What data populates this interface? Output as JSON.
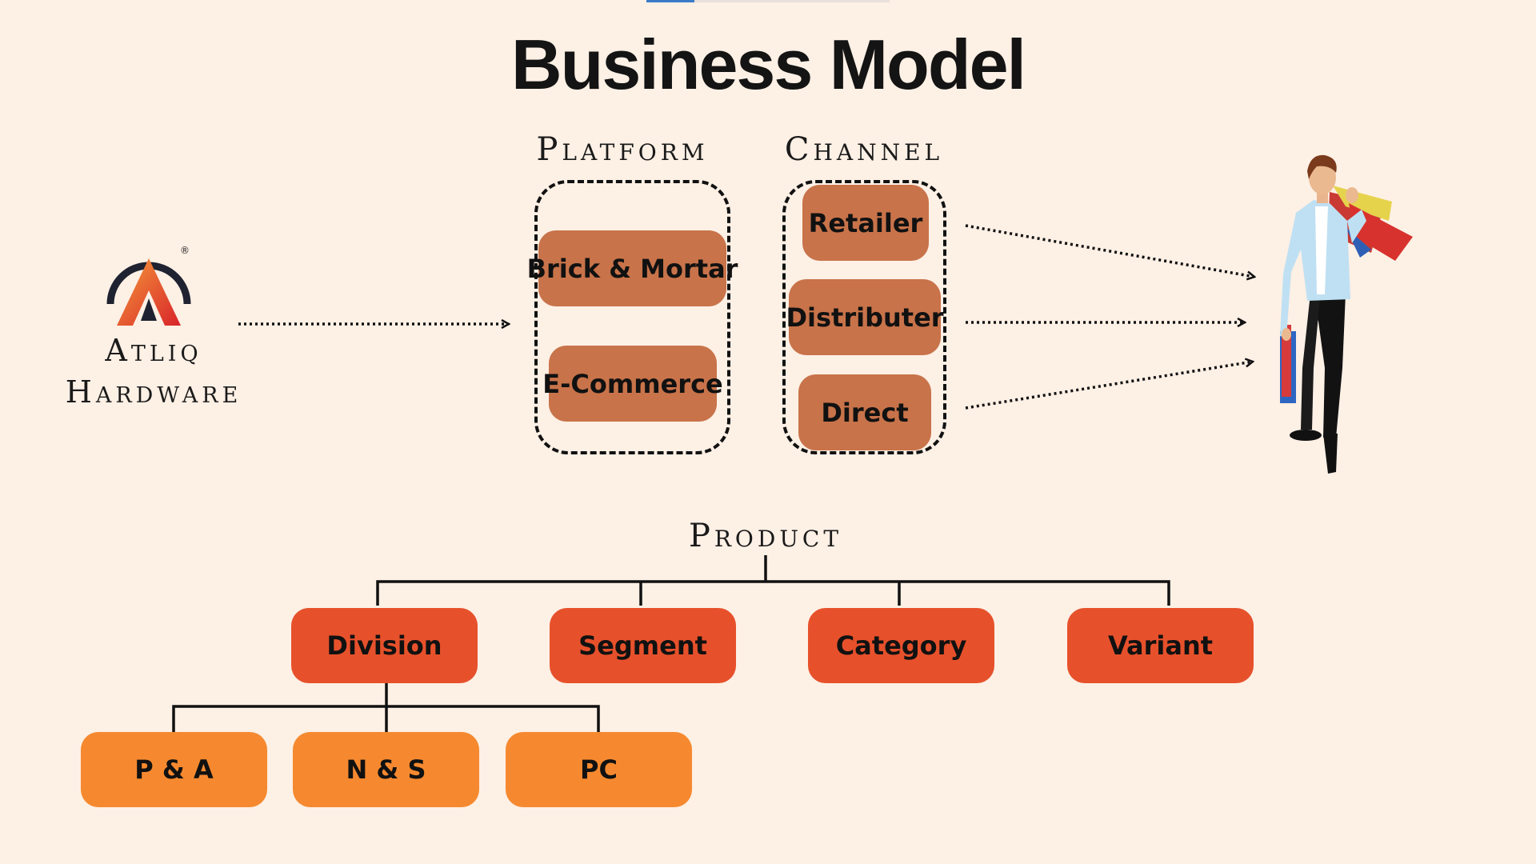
{
  "title": "Business Model",
  "company": {
    "line1": "Atliq",
    "line2": "Hardware",
    "registered_mark": "®"
  },
  "platform": {
    "heading": "Platform",
    "items": [
      "Brick & Mortar",
      "E-Commerce"
    ]
  },
  "channel": {
    "heading": "Channel",
    "items": [
      "Retailer",
      "Distributer",
      "Direct"
    ]
  },
  "product": {
    "heading": "Product",
    "attributes": [
      "Division",
      "Segment",
      "Category",
      "Variant"
    ],
    "divisions": [
      "P & A",
      "N & S",
      "PC"
    ]
  },
  "colors": {
    "background": "#fdf0e5",
    "platform_channel_box": "#c8734a",
    "product_attribute_box": "#e6512b",
    "division_box": "#f6892f"
  },
  "icons": [
    "atliq-logo-icon",
    "shopper-icon"
  ]
}
